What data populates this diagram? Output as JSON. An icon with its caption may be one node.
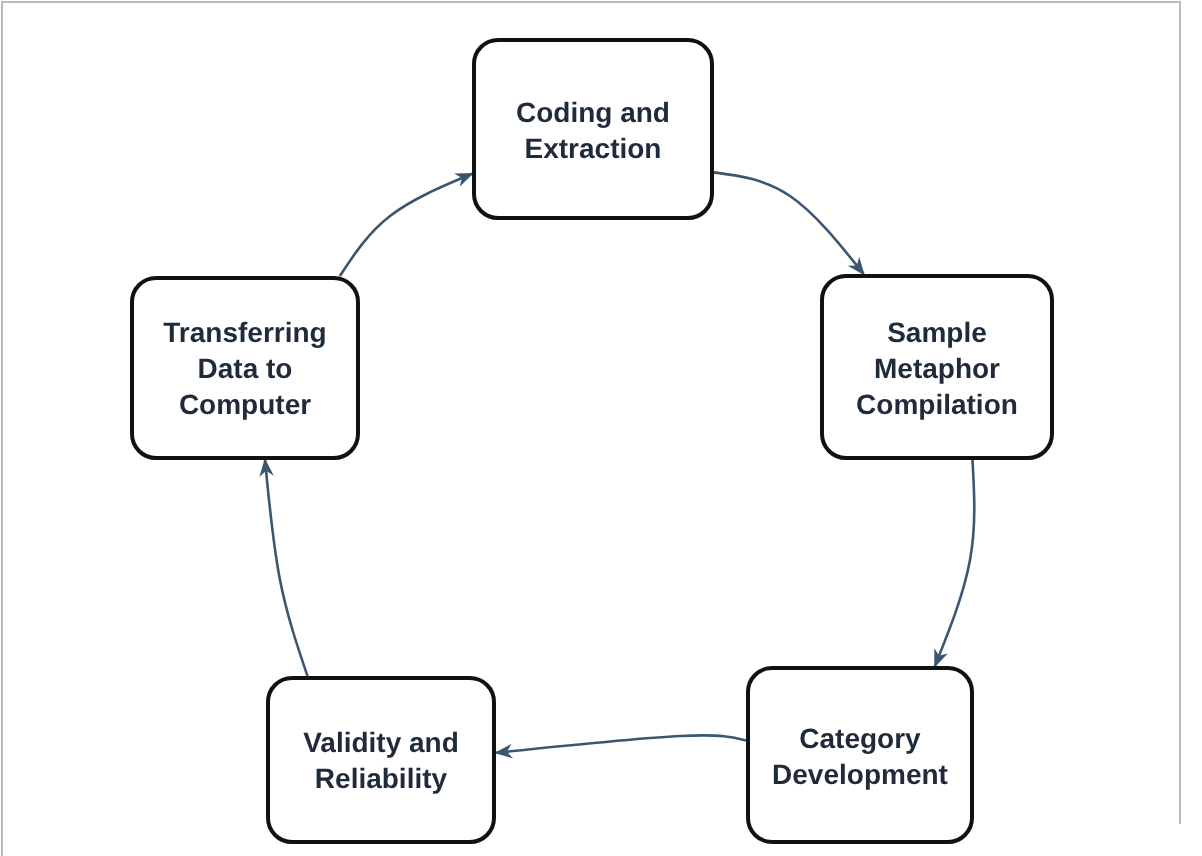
{
  "diagram": {
    "nodes": [
      {
        "text": [
          "Coding and Extraction"
        ]
      },
      {
        "text": [
          "Sample Metaphor Compilation"
        ]
      },
      {
        "text": [
          "Category Development"
        ]
      },
      {
        "text": [
          "Validity and Reliability"
        ]
      },
      {
        "text": [
          "Transferring Data to Computer"
        ]
      }
    ],
    "edges": [
      {
        "from": 0,
        "to": 1,
        "arrow": "to"
      },
      {
        "from": 1,
        "to": 2,
        "arrow": "to"
      },
      {
        "from": 2,
        "to": 3,
        "arrow": "to"
      },
      {
        "from": 3,
        "to": 4,
        "arrow": "to"
      },
      {
        "from": 4,
        "to": 0,
        "arrow": "to"
      }
    ]
  }
}
